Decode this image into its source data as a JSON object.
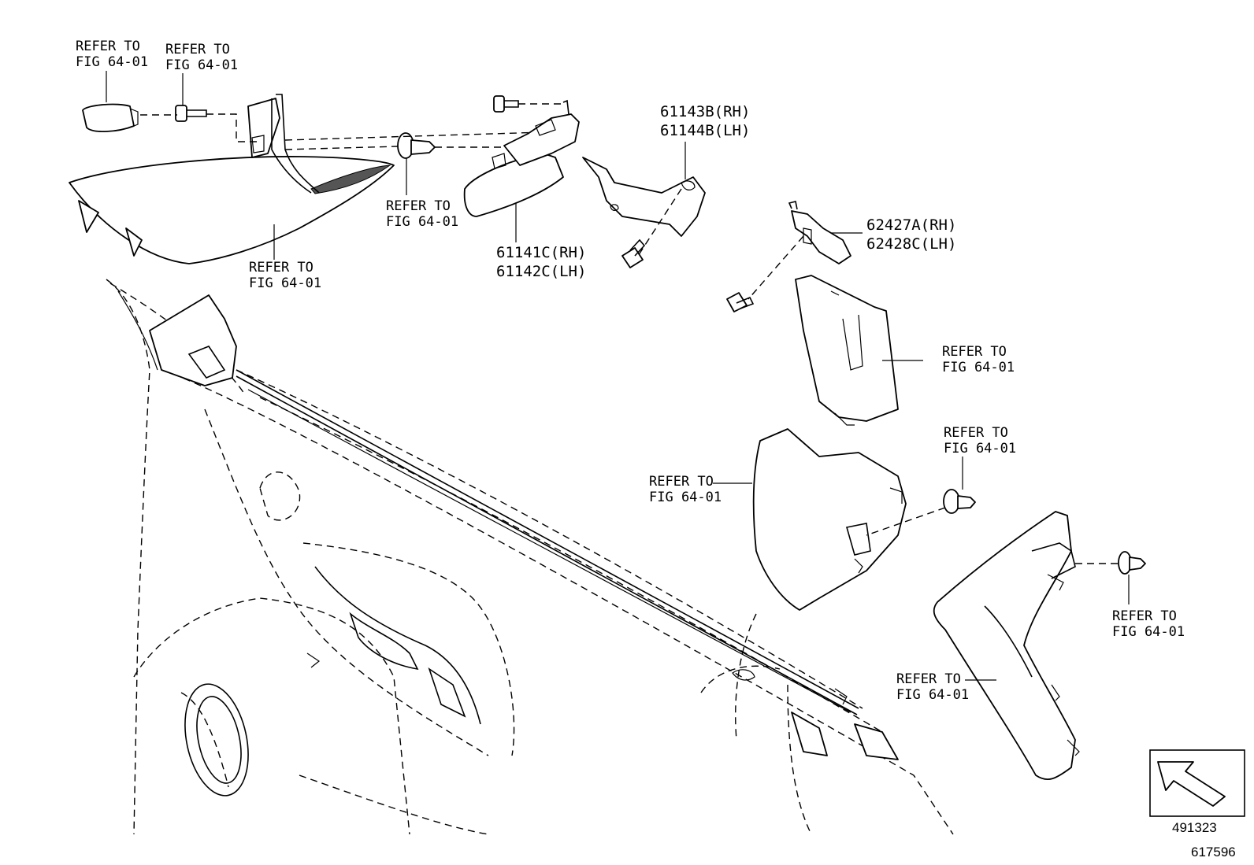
{
  "labels": {
    "ref_top_left_1": [
      "REFER TO",
      "FIG 64-01"
    ],
    "ref_top_left_2": [
      "REFER TO",
      "FIG 64-01"
    ],
    "ref_clip_mid": [
      "REFER TO",
      "FIG 64-01"
    ],
    "ref_upper_garnish": [
      "REFER TO",
      "FIG 64-01"
    ],
    "part_61141": [
      "61141C(RH)",
      "61142C(LH)"
    ],
    "part_61143": [
      "61143B(RH)",
      "61144B(LH)"
    ],
    "part_62427": [
      "62427A(RH)",
      "62428C(LH)"
    ],
    "ref_side_cover": [
      "REFER TO",
      "FIG 64-01"
    ],
    "ref_clip_right": [
      "REFER TO",
      "FIG 64-01"
    ],
    "ref_lower_cover": [
      "REFER TO",
      "FIG 64-01"
    ],
    "ref_clip_far_right": [
      "REFER TO",
      "FIG 64-01"
    ],
    "ref_pillar_garnish": [
      "REFER TO",
      "FIG 64-01"
    ]
  },
  "footer": {
    "view_code": "491323",
    "figure_code": "617596"
  }
}
